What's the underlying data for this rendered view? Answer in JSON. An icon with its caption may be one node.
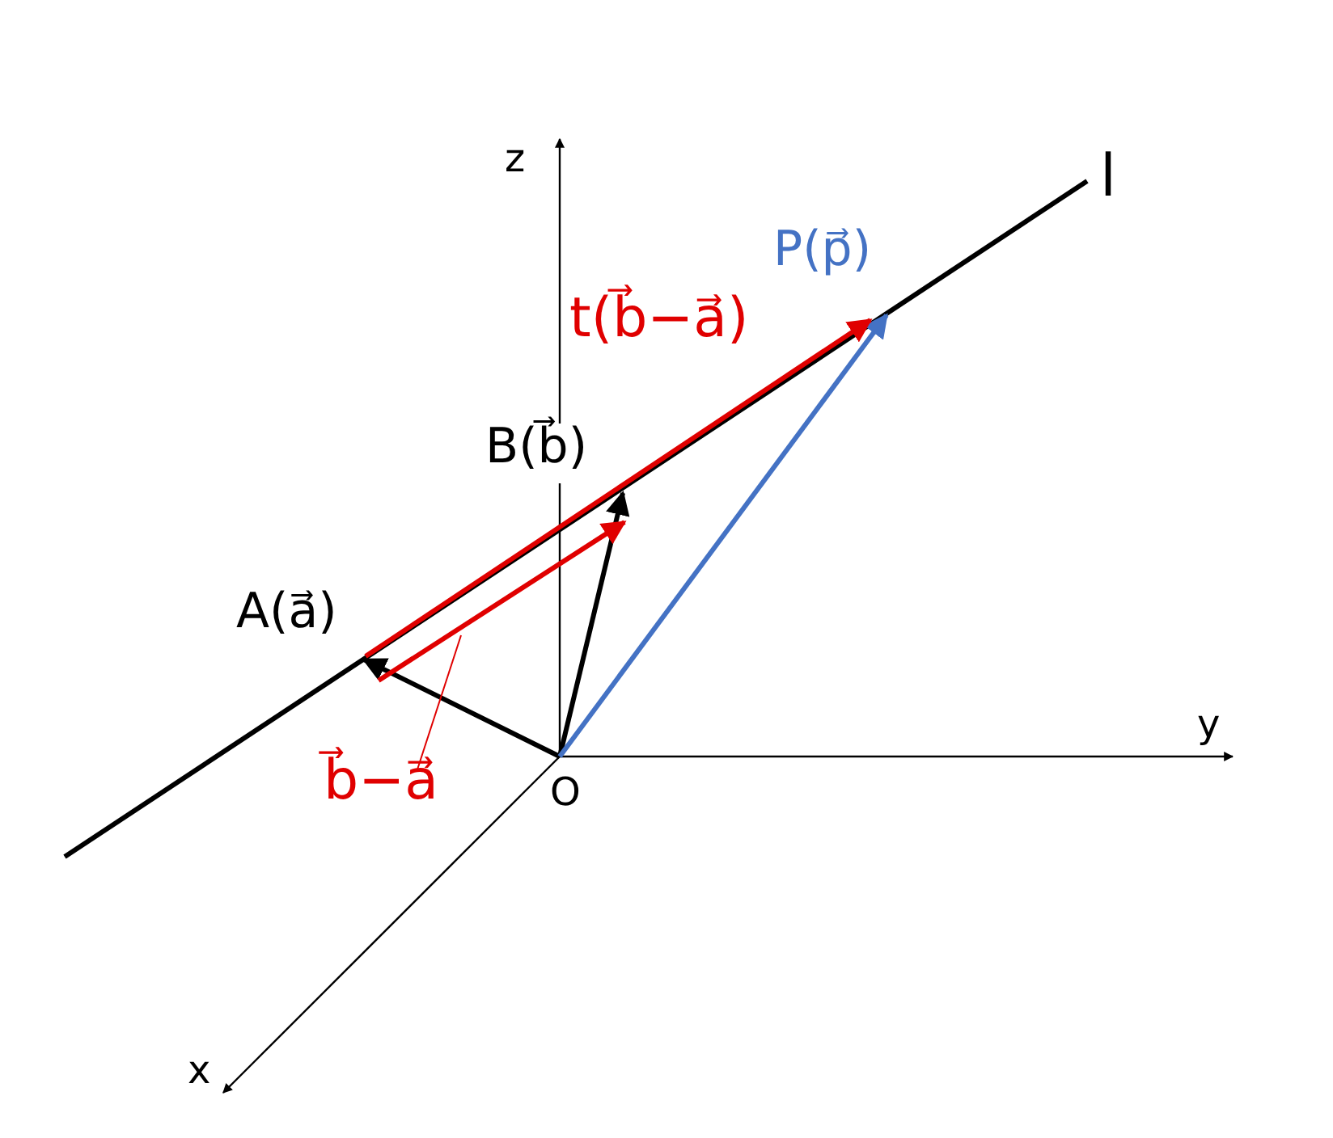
{
  "diagram": {
    "nodes": [
      {
        "text": [
          "O"
        ]
      },
      {
        "text": [
          "A(a⃗)"
        ]
      },
      {
        "text": [
          "B(b⃗)"
        ]
      },
      {
        "text": [
          "P(p⃗)"
        ]
      }
    ],
    "edges": [
      {
        "from": 0,
        "to": 1,
        "arrow": "to",
        "color": "#000000"
      },
      {
        "from": 0,
        "to": 2,
        "arrow": "to",
        "color": "#000000"
      },
      {
        "from": 0,
        "to": 3,
        "arrow": "to",
        "color": "#4472c4"
      },
      {
        "from": 1,
        "to": 3,
        "arrow": "to",
        "label": "t(b⃗−a⃗)",
        "color": "#e00000"
      },
      {
        "from": 1,
        "to": 2,
        "arrow": "to",
        "label": "b⃗−a⃗",
        "color": "#e00000"
      }
    ],
    "labels": [
      "z",
      "y",
      "x",
      "l"
    ]
  }
}
